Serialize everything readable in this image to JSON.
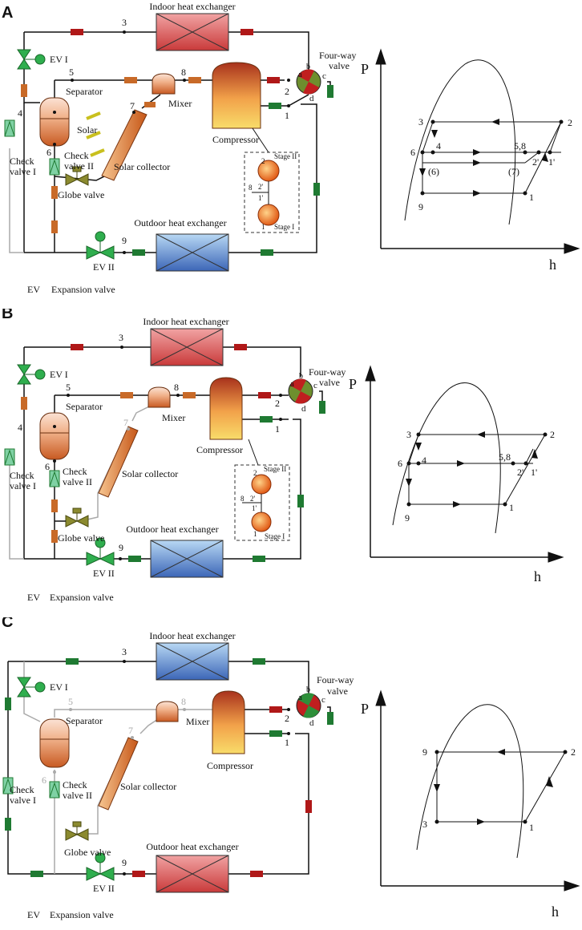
{
  "colors": {
    "hot_arrow": "#b01818",
    "warm_arrow": "#c86a28",
    "cool_arrow": "#1f7a32",
    "valve": "#2fae4e",
    "pipe": "#111111",
    "inactive": "#aaaaaa"
  },
  "legend": {
    "abbr": "EV",
    "text": "Expansion valve"
  },
  "panels": [
    {
      "tag": "A",
      "labels": {
        "indoor": "Indoor heat exchanger",
        "outdoor": "Outdoor heat exchanger",
        "ev1": "EV I",
        "ev2": "EV II",
        "four_way_1": "Four-way",
        "four_way_2": "valve",
        "separator": "Separator",
        "mixer": "Mixer",
        "compressor": "Compressor",
        "solar": "Solar",
        "solar_collector": "Solar collector",
        "globe": "Globe valve",
        "check1a": "Check",
        "check1b": "valve I",
        "check2a": "Check",
        "check2b": "valve II",
        "stage1": "Stage I",
        "stage2": "Stage II"
      },
      "nodes": {
        "n1": "1",
        "n2": "2",
        "n3": "3",
        "n4": "4",
        "n5": "5",
        "n6": "6",
        "n7": "7",
        "n8": "8",
        "n9": "9",
        "va": "a",
        "vb": "b",
        "vc": "c",
        "vd": "d",
        "s2": "2",
        "s2p": "2'",
        "s1p": "1'",
        "s1": "1",
        "s8": "8"
      },
      "ph": {
        "P": "P",
        "h": "h",
        "pts": {
          "p3": "3",
          "p2": "2",
          "p6": "6",
          "p4": "4",
          "p58": "5,8",
          "p2p": "2'",
          "p1p": "1'",
          "p6b": "(6)",
          "p7": "(7)",
          "p9": "9",
          "p1": "1"
        }
      }
    },
    {
      "tag": "B",
      "labels": {
        "indoor": "Indoor heat exchanger",
        "outdoor": "Outdoor heat exchanger",
        "ev1": "EV I",
        "ev2": "EV II",
        "four_way_1": "Four-way",
        "four_way_2": "valve",
        "separator": "Separator",
        "mixer": "Mixer",
        "compressor": "Compressor",
        "solar_collector": "Solar collector",
        "globe": "Globe valve",
        "check1a": "Check",
        "check1b": "valve I",
        "check2a": "Check",
        "check2b": "valve II",
        "stage1": "Stage I",
        "stage2": "Stage II"
      },
      "nodes": {
        "n1": "1",
        "n2": "2",
        "n3": "3",
        "n4": "4",
        "n5": "5",
        "n6": "6",
        "n7": "7",
        "n8": "8",
        "n9": "9",
        "va": "a",
        "vb": "b",
        "vc": "c",
        "vd": "d",
        "s2": "2",
        "s2p": "2'",
        "s1p": "1'",
        "s1": "1",
        "s8": "8"
      },
      "ph": {
        "P": "P",
        "h": "h",
        "pts": {
          "p3": "3",
          "p2": "2",
          "p6": "6",
          "p4": "4",
          "p58": "5,8",
          "p2p": "2'",
          "p1p": "1'",
          "p9": "9",
          "p1": "1"
        }
      }
    },
    {
      "tag": "C",
      "labels": {
        "indoor": "Indoor heat exchanger",
        "outdoor": "Outdoor heat exchanger",
        "ev1": "EV I",
        "ev2": "EV II",
        "four_way_1": "Four-way",
        "four_way_2": "valve",
        "separator": "Separator",
        "mixer": "Mixer",
        "compressor": "Compressor",
        "solar_collector": "Solar collector",
        "globe": "Globe valve",
        "check1a": "Check",
        "check1b": "valve I",
        "check2a": "Check",
        "check2b": "valve II"
      },
      "nodes": {
        "n1": "1",
        "n2": "2",
        "n3": "3",
        "n5": "5",
        "n6": "6",
        "n7": "7",
        "n8": "8",
        "n9": "9",
        "va": "a",
        "vb": "b",
        "vc": "c",
        "vd": "d"
      },
      "ph": {
        "P": "P",
        "h": "h",
        "pts": {
          "p9": "9",
          "p2": "2",
          "p3": "3",
          "p1": "1"
        }
      }
    }
  ]
}
